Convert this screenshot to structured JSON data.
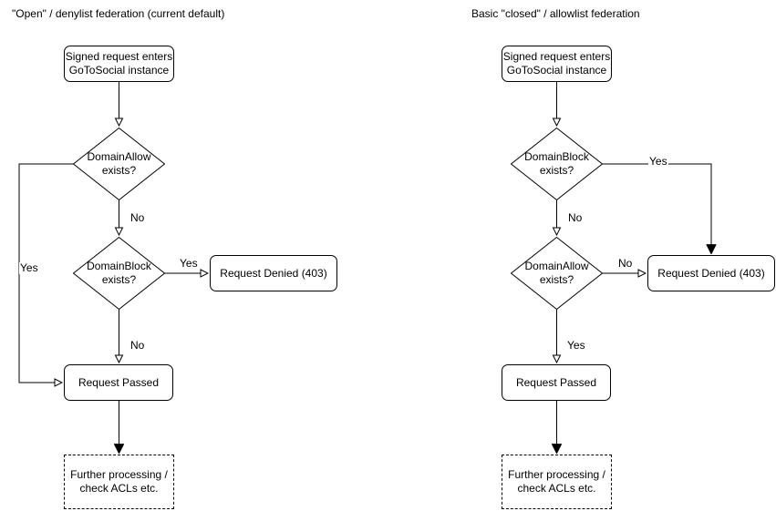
{
  "colors": {
    "line": "#000000",
    "node_fill": "#ffffff",
    "text": "#000000",
    "background": "#ffffff"
  },
  "diagrams": [
    {
      "title": "\"Open\" / denylist federation (current default)",
      "nodes": {
        "start": "Signed request enters\nGoToSocial instance",
        "decision1": "DomainAllow\nexists?",
        "decision2": "DomainBlock\nexists?",
        "denied": "Request Denied (403)",
        "passed": "Request Passed",
        "further": "Further processing /\ncheck ACLs etc."
      },
      "edge_labels": {
        "decision1_branch": "Yes",
        "decision1_down": "No",
        "decision2_branch": "Yes",
        "decision2_down": "No"
      }
    },
    {
      "title": "Basic \"closed\" / allowlist federation",
      "nodes": {
        "start": "Signed request enters\nGoToSocial instance",
        "decision1": "DomainBlock\nexists?",
        "decision2": "DomainAllow\nexists?",
        "denied": "Request Denied (403)",
        "passed": "Request Passed",
        "further": "Further processing /\ncheck ACLs etc."
      },
      "edge_labels": {
        "decision1_branch": "Yes",
        "decision1_down": "No",
        "decision2_branch": "No",
        "decision2_down": "Yes"
      }
    }
  ]
}
